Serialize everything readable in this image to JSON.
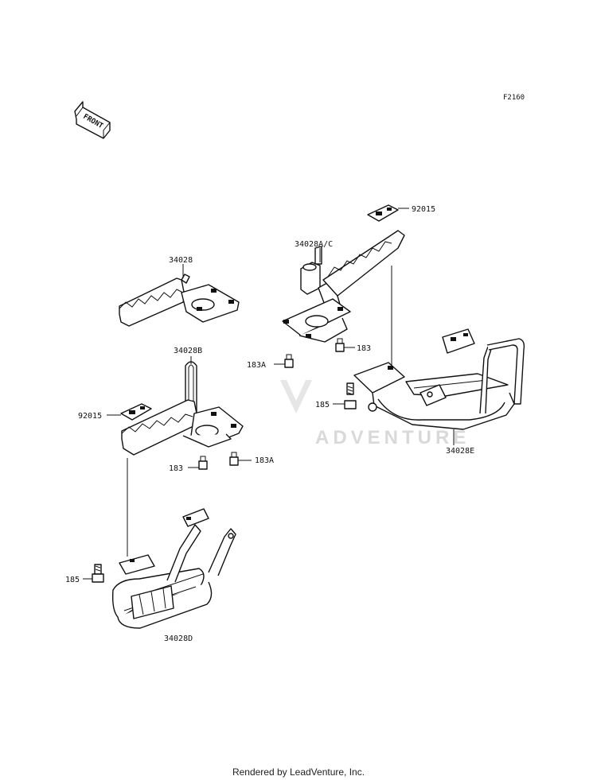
{
  "diagram_code": "F2160",
  "front_arrow_label": "FRONT",
  "watermark_text": "ADVENTURE",
  "footer_text": "Rendered by LeadVenture, Inc.",
  "callouts": {
    "p34028": "34028",
    "p34028B": "34028B",
    "p92015_left": "92015",
    "p183_left": "183",
    "p183A_left": "183A",
    "p185_left": "185",
    "p34028D": "34028D",
    "p92015_right": "92015",
    "p34028AC": "34028A/C",
    "p183_right": "183",
    "p183A_right": "183A",
    "p185_right": "185",
    "p34028E": "34028E"
  }
}
